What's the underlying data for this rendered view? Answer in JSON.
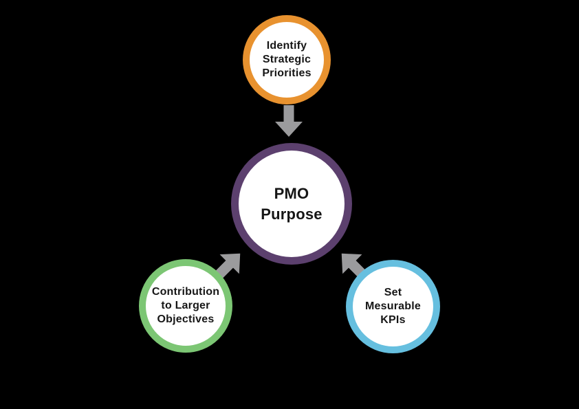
{
  "diagram": {
    "title": "PMO Purpose",
    "background_color": "#000000",
    "circle_fill": "#FFFFFF",
    "text_color": "#161616",
    "arrow_color": "#9B9B9D",
    "nodes": [
      {
        "id": "identify-strategic-priorities",
        "label": "Identify\nStrategic\nPriorities",
        "ring_color": "#E8922F",
        "position": "top"
      },
      {
        "id": "pmo-purpose",
        "label": "PMO\nPurpose",
        "ring_color": "#5C406E",
        "position": "center"
      },
      {
        "id": "contribution-to-larger-objectives",
        "label": "Contribution\nto Larger\nObjectives",
        "ring_color": "#7CC674",
        "position": "bottom-left"
      },
      {
        "id": "set-mesurable-kpis",
        "label": "Set\nMesurable\nKPIs",
        "ring_color": "#66BFDF",
        "position": "bottom-right"
      }
    ],
    "arrows": [
      {
        "id": "top-to-center",
        "direction": "down",
        "color": "#9B9B9D"
      },
      {
        "id": "bottom-left-to-center",
        "direction": "up-right",
        "color": "#9B9B9D"
      },
      {
        "id": "bottom-right-to-center",
        "direction": "up-left",
        "color": "#9B9B9D"
      }
    ]
  }
}
